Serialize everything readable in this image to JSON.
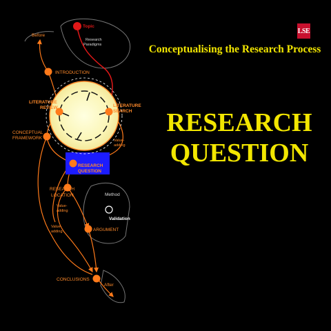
{
  "logo": {
    "text": "LSE",
    "color": "#c8102e"
  },
  "subtitle": "Conceptualising the Research Process",
  "title": {
    "line1": "RESEARCH",
    "line2": "QUESTION"
  },
  "colors": {
    "accent": "#f2e600",
    "node": "#ff7a1a",
    "label": "#ff8a2a",
    "highlight": "#1c1cff"
  },
  "diagram": {
    "before": "Before",
    "topic": "Topic",
    "research_paradigms_1": "Research",
    "research_paradigms_2": "Paradigms",
    "introduction": "INTRODUCTION",
    "literature_review_1": "LITERATURE",
    "literature_review_2": "REVIEW",
    "literature_search_1": "LITERATURE",
    "literature_search_2": "SEARCH",
    "conceptual_framework_1": "CONCEPTUAL",
    "conceptual_framework_2": "FRAMEWORK",
    "value_adding_right_1": "Value-",
    "value_adding_right_2": "adding",
    "research_question_1": "RESEARCH",
    "research_question_2": "QUESTION",
    "research_location_1": "RESEARCH",
    "research_location_2": "LOCATION",
    "method": "Method",
    "value_adding_mid_1": "Value-",
    "value_adding_mid_2": "adding",
    "validation": "Validation",
    "value_adding_low_1": "Value-",
    "value_adding_low_2": "adding",
    "argument": "ARGUMENT",
    "conclusions": "CONCLUSIONS",
    "after": "After"
  }
}
